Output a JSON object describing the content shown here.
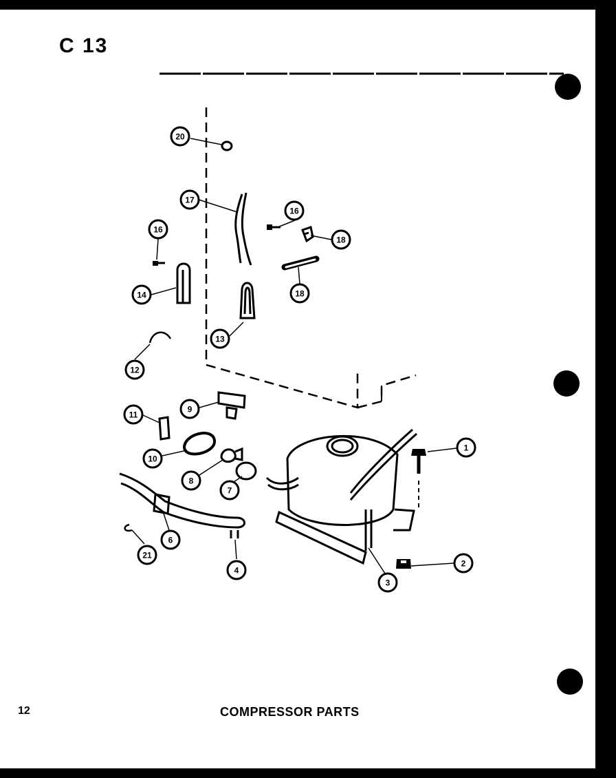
{
  "page": {
    "code": "C 13",
    "number": "12",
    "caption": "COMPRESSOR PARTS"
  },
  "callouts": [
    "20",
    "17",
    "16",
    "16",
    "18",
    "18",
    "14",
    "13",
    "12",
    "11",
    "9",
    "10",
    "8",
    "7",
    "6",
    "21",
    "4",
    "3",
    "1",
    "2"
  ]
}
